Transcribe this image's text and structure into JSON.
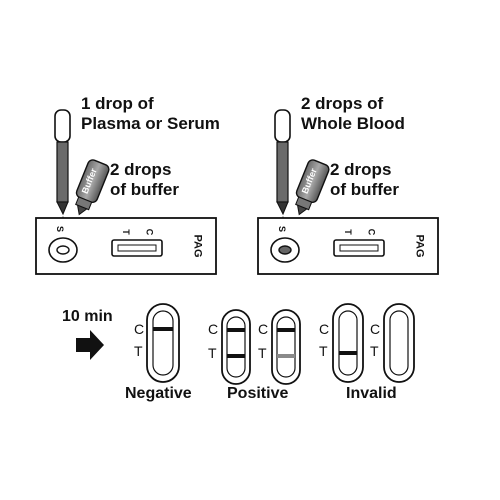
{
  "left_panel": {
    "instruction_top": [
      "1 drop of",
      "Plasma or Serum"
    ],
    "instruction_buffer": [
      "2 drops",
      "of buffer"
    ],
    "buffer_bottle_label": "Buffer",
    "cassette": {
      "sample_mark": "S",
      "t_mark": "T",
      "c_mark": "C",
      "name": "PAG"
    }
  },
  "right_panel": {
    "instruction_top": [
      "2 drops of",
      "Whole Blood"
    ],
    "instruction_buffer": [
      "2 drops",
      "of buffer"
    ],
    "buffer_bottle_label": "Buffer",
    "cassette": {
      "sample_mark": "S",
      "t_mark": "T",
      "c_mark": "C",
      "name": "PAG"
    }
  },
  "results": {
    "time_label": "10 min",
    "c_mark": "C",
    "t_mark": "T",
    "negative_label": "Negative",
    "positive_label": "Positive",
    "invalid_label": "Invalid"
  },
  "colors": {
    "ink": "#111111",
    "faint_line": "#8a8a8a",
    "sample": "#555555"
  }
}
